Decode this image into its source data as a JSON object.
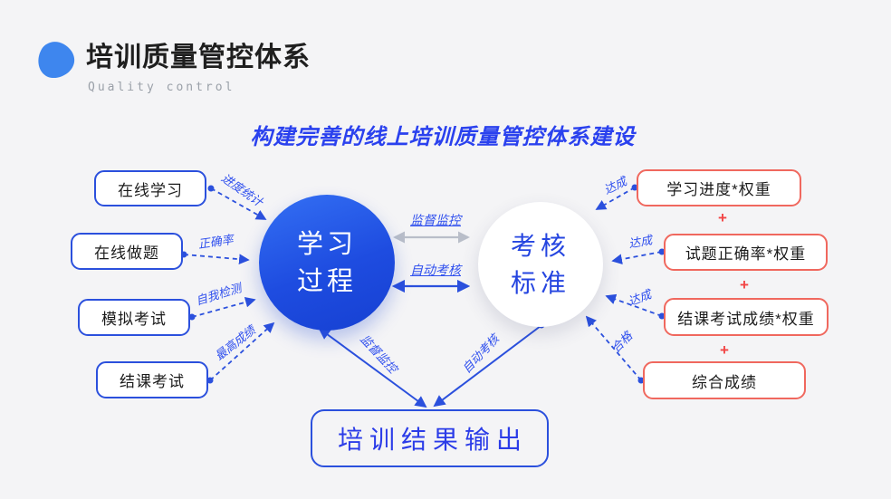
{
  "header": {
    "title": "培训质量管控体系",
    "subtitle": "Quality control",
    "logo_icon": "blob-icon"
  },
  "heading": {
    "text": "构建完善的线上培训质量管控体系建设"
  },
  "diagram": {
    "left_nodes": [
      {
        "label": "在线学习",
        "arrow_label": "进度统计"
      },
      {
        "label": "在线做题",
        "arrow_label": "正确率"
      },
      {
        "label": "模拟考试",
        "arrow_label": "自我检测"
      },
      {
        "label": "结课考试",
        "arrow_label": "最高成绩"
      }
    ],
    "process_circle": {
      "line1": "学习",
      "line2": "过程"
    },
    "standard_circle": {
      "line1": "考核",
      "line2": "标准"
    },
    "center_links": [
      {
        "label": "监督监控"
      },
      {
        "label": "自动考核"
      }
    ],
    "right_nodes": [
      {
        "label": "学习进度*权重",
        "arrow_label": "达成"
      },
      {
        "label": "试题正确率*权重",
        "arrow_label": "达成"
      },
      {
        "label": "结课考试成绩*权重",
        "arrow_label": "达成"
      },
      {
        "label": "综合成绩",
        "arrow_label": "合格"
      }
    ],
    "plus": "+",
    "output_links": [
      {
        "label": "监督监控"
      },
      {
        "label": "自动考核"
      }
    ],
    "output_node": {
      "label": "培训结果输出"
    }
  },
  "colors": {
    "background": "#f4f4f6",
    "accent_blue": "#2b50dd",
    "accent_red": "#f0685e",
    "plus_red": "#f24545",
    "heading_blue": "#2a41ee",
    "circle_fill_blue": "#1e4ce0",
    "gray_arrow": "#b9bec9",
    "title_text": "#1f1f1f",
    "subtitle_text": "#9aa0a8"
  }
}
